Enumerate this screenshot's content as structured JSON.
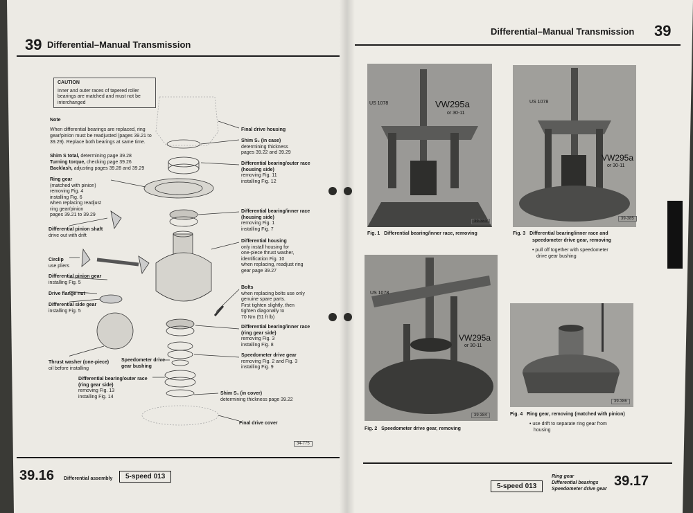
{
  "left": {
    "header": {
      "number": "39",
      "title": "Differential–Manual Transmission"
    },
    "caution": {
      "title": "CAUTION",
      "lines": [
        "Inner and outer races of tapered roller",
        "bearings are matched and must not be",
        "interchanged"
      ]
    },
    "note": {
      "title": "Note",
      "lines": [
        "When differential bearings are replaced, ring",
        "gear/pinion must be readjusted (pages 39.21 to",
        "39.29). Replace both bearings at same time."
      ]
    },
    "shim_s": {
      "l1_bold": "Shim S total,",
      "l1": "determining page 39.28",
      "l2_bold": "Turning torque,",
      "l2": "checking page 39.26",
      "l3_bold": "Backlash,",
      "l3": "adjusting pages 39.28 and 39.29"
    },
    "left_labels": {
      "ring_gear": {
        "title": "Ring gear",
        "lines": [
          "(matched with pinion)",
          "removing Fig. 4",
          "installing Fig. 6",
          "when replacing readjust",
          "ring gear/pinion",
          "pages 39.21 to 39.29"
        ]
      },
      "pinion_shaft": {
        "title": "Differential pinion shaft",
        "lines": [
          "drive out with drift"
        ]
      },
      "circlip": {
        "title": "Circlip",
        "lines": [
          "use pliers"
        ]
      },
      "pinion_gear": {
        "title": "Differential pinion gear",
        "lines": [
          "installing Fig. 5"
        ]
      },
      "flange_nut": {
        "title": "Drive flange nut",
        "lines": []
      },
      "side_gear": {
        "title": "Differential side gear",
        "lines": [
          "installing Fig. 5"
        ]
      },
      "thrust_washer": {
        "title": "Thrust washer (one-piece)",
        "lines": [
          "oil before installing"
        ]
      },
      "speedo_bushing": {
        "title": "Speedometer drive",
        "lines": [
          "gear bushing"
        ]
      },
      "outer_race_ring": {
        "title": "Differential bearing/outer race",
        "title2": "(ring gear side)",
        "lines": [
          "removing Fig. 13",
          "installing Fig. 14"
        ]
      }
    },
    "right_labels": {
      "final_housing": {
        "title": "Final drive housing",
        "lines": []
      },
      "shim_s2": {
        "title": "Shim S₂ (in case)",
        "lines": [
          "determining thickness",
          "pages 39.22 and 39.29"
        ]
      },
      "outer_race_housing": {
        "title": "Differential bearing/outer race",
        "title2": "(housing side)",
        "lines": [
          "removing Fig. 11",
          "installing Fig. 12"
        ]
      },
      "inner_race_housing": {
        "title": "Differential bearing/inner race",
        "title2": "(housing side)",
        "lines": [
          "removing Fig. 1",
          "installing Fig. 7"
        ]
      },
      "diff_housing": {
        "title": "Differential housing",
        "lines": [
          "only install housing for",
          "one-piece thrust washer,",
          "identification Fig. 10",
          "when replacing, readjust ring",
          "gear page 39.27"
        ]
      },
      "bolts": {
        "title": "Bolts",
        "lines": [
          "when replacing bolts use only",
          "genuine spare parts.",
          "First tighten slightly, then",
          "tighten diagonally to",
          "70 Nm (51 ft lb)"
        ]
      },
      "inner_race_ring": {
        "title": "Differential bearing/inner race",
        "title2": "(ring gear side)",
        "lines": [
          "removing Fig. 3",
          "installing Fig. 8"
        ]
      },
      "speedo_gear": {
        "title": "Speedometer drive gear",
        "lines": [
          "removing Fig. 2 and Fig. 3",
          "installing Fig. 9"
        ]
      },
      "shim_s1": {
        "title": "Shim S₁ (in cover)",
        "lines": [
          "determining thickness page 39.22"
        ]
      },
      "final_cover": {
        "title": "Final drive cover",
        "lines": []
      }
    },
    "drawing_ref": "34-775",
    "footer": {
      "page": "39.16",
      "caption": "Differential assembly",
      "model": "5-speed 013"
    }
  },
  "right": {
    "header": {
      "title": "Differential–Manual Transmission",
      "number": "39"
    },
    "figures": [
      {
        "tool1": "US 1078",
        "tool2": "VW295a",
        "tool3": "or 30-11",
        "ref": "39-383",
        "num": "Fig. 1",
        "caption": "Differential bearing/inner race, removing",
        "bullets": []
      },
      {
        "tool1": "US 1078",
        "tool2": "VW295a",
        "tool3": "or 30-11",
        "ref": "39-385",
        "num": "Fig. 3",
        "caption": "Differential bearing/inner race and",
        "caption2": "speedometer drive gear, removing",
        "bullets": [
          "pull off together with speedometer",
          "drive gear bushing"
        ]
      },
      {
        "tool1": "US 1078",
        "tool2": "VW295a",
        "tool3": "or 30-11",
        "ref": "39-384",
        "num": "Fig. 2",
        "caption": "Speedometer drive gear, removing",
        "bullets": []
      },
      {
        "ref": "39-386",
        "num": "Fig. 4",
        "caption": "Ring gear, removing (matched with pinion)",
        "bullets": [
          "use drift to separate ring gear from",
          "housing"
        ]
      }
    ],
    "footer": {
      "model": "5-speed 013",
      "topics": [
        "Ring gear",
        "Differential bearings",
        "Speedometer drive gear"
      ],
      "page": "39.17"
    }
  },
  "colors": {
    "paper": "#eceae4",
    "ink": "#1b1b1b",
    "photo": "#8d8d8a",
    "background": "#3a3a36"
  }
}
